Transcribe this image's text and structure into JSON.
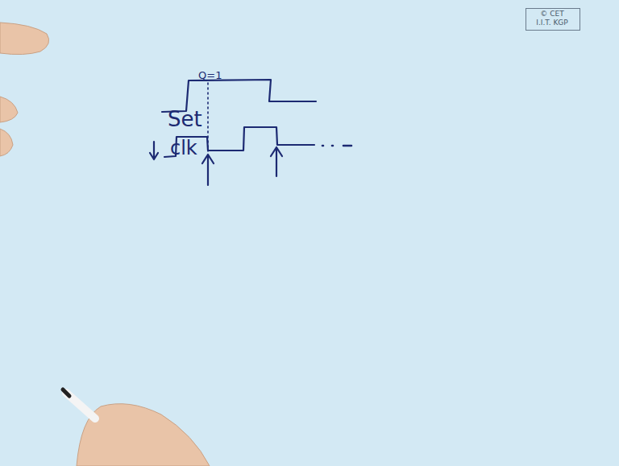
{
  "diagram": {
    "labels": [
      "© CET",
      "I.I.T. KGP",
      "Q=1",
      "Set",
      "clk"
    ]
  }
}
